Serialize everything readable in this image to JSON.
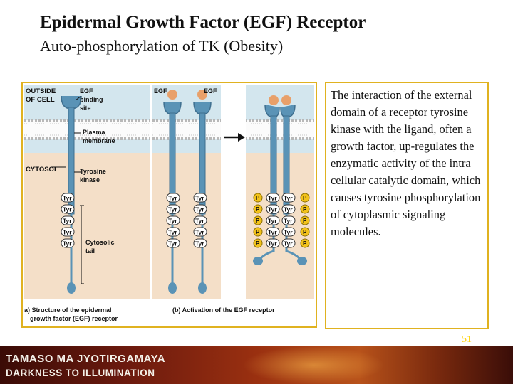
{
  "slide": {
    "title": "Epidermal Growth Factor (EGF) Receptor",
    "subtitle": "Auto-phosphorylation of TK (Obesity)",
    "body_text": "The interaction of the external domain of a receptor tyrosine kinase with the ligand, often a growth factor, up-regulates the enzymatic activity of the intra cellular catalytic domain, which causes tyrosine phosphorylation of cytoplasmic signaling molecules.",
    "page_number": "51"
  },
  "figure": {
    "label_outside_1": "OUTSIDE",
    "label_outside_2": "OF CELL",
    "label_egf_site_1": "EGF",
    "label_egf_site_2": "binding",
    "label_egf_site_3": "site",
    "label_membrane_1": "Plasma",
    "label_membrane_2": "membrane",
    "label_cytosol": "CYTOSOL",
    "label_kinase_1": "Tyrosine",
    "label_kinase_2": "kinase",
    "label_tail_1": "Cytosolic",
    "label_tail_2": "tail",
    "label_egf_left": "EGF",
    "label_egf_right": "EGF",
    "tyr_label": "Tyr",
    "p_label": "P",
    "caption_a_1": "a) Structure of the epidermal",
    "caption_a_2": "growth factor (EGF) receptor",
    "caption_b": "(b) Activation of the EGF receptor",
    "colors": {
      "panel_bg": "#d3e6ee",
      "cytosol_bg": "#f4dfc8",
      "receptor": "#5a93b6",
      "receptor_dark": "#3f6f8f",
      "egf_ligand": "#e8a06a",
      "phosphate": "#f2c21a",
      "tyr_fill": "#ffffff"
    }
  },
  "footer": {
    "motto_line1": "TAMASO MA JYOTIRGAMAYA",
    "motto_line2": "DARKNESS TO ILLUMINATION"
  }
}
